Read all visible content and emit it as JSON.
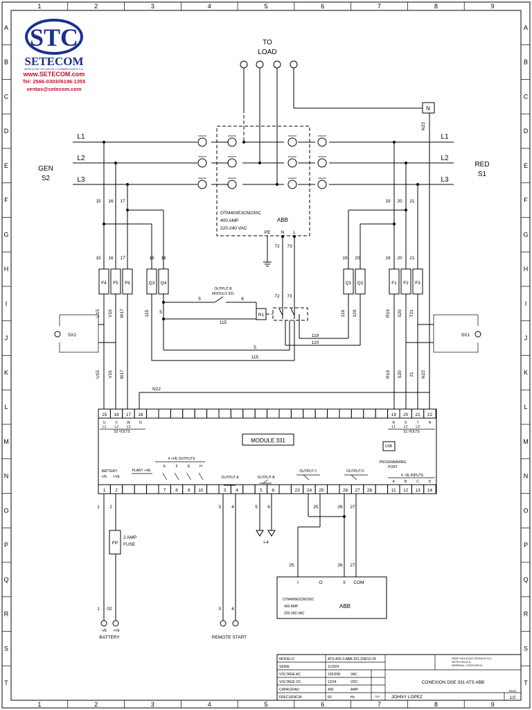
{
  "grid": {
    "cols": [
      "1",
      "2",
      "3",
      "4",
      "5",
      "6",
      "7",
      "8",
      "9"
    ],
    "rows": [
      "A",
      "B",
      "C",
      "D",
      "E",
      "F",
      "G",
      "H",
      "I",
      "J",
      "K",
      "L",
      "M",
      "N",
      "O",
      "P",
      "Q",
      "R",
      "S",
      "T"
    ]
  },
  "logo": {
    "mark": "STC",
    "company": "SETECOM",
    "tagline": "SERVICIOS TECNICOS Y COMERCIALES S.A.",
    "web": "www.SETECOM.com",
    "tel": "Tel: 2566-0303//6196-1355",
    "email": "ventas@setecom.com"
  },
  "load": {
    "line1": "TO",
    "line2": "LOAD",
    "neutral": "N",
    "n22": "N22"
  },
  "gen": {
    "line1": "GEN",
    "line2": "S2",
    "phases": [
      "L1",
      "L2",
      "L3"
    ]
  },
  "red": {
    "line1": "RED",
    "line2": "S1",
    "phases": [
      "L1",
      "L2",
      "L3"
    ]
  },
  "ats": {
    "model": "OTM400E3CM230C",
    "amp": "400 AMP",
    "volt": "220-240 VAC",
    "brand": "ABB",
    "pe": "PE",
    "n": "N",
    "l": "L",
    "w72": "72",
    "w73": "73"
  },
  "wires": {
    "g15": "15",
    "g16": "16",
    "g17": "17",
    "r19": "19",
    "r20": "20",
    "r21": "21",
    "u15": "U15",
    "v16": "V16",
    "w17": "W17",
    "r19b": "R19",
    "s20": "S20",
    "t21": "T21",
    "n22": "N22",
    "w115": "115",
    "w5": "5",
    "w6": "6",
    "w119": "119",
    "w120": "120",
    "w72": "72",
    "w73": "73"
  },
  "fuses": {
    "f4": "F4",
    "f5": "F5",
    "f6": "F6",
    "q3": "Q3",
    "q4": "Q4",
    "q1": "Q1",
    "q2": "Q2",
    "f1": "F1",
    "f2": "F2",
    "f3": "F3"
  },
  "relay": {
    "title1": "OUTPUT B",
    "title2": "MODULO 331",
    "r1": "R1"
  },
  "sensors": {
    "sx2": "SX2",
    "sx1": "SX1"
  },
  "module": {
    "title": "MODULE 331",
    "top_terminals": [
      "15",
      "16",
      "17",
      "18",
      "19",
      "20",
      "21",
      "22"
    ],
    "s2_sub": [
      "U",
      "V",
      "W",
      "N"
    ],
    "s2_sub2": [
      "L1",
      "L2",
      "L3",
      ""
    ],
    "s2_label": "S2 VOLTS",
    "s1_sub": [
      "R",
      "S",
      "T",
      "N"
    ],
    "s1_sub2": [
      "L1",
      "L2",
      "L3",
      ""
    ],
    "s1_label": "S1 VOLTS",
    "usb": "USB",
    "prog1": "PROGRAMMING",
    "prog2": "PORT",
    "bottom_terminals": [
      "1",
      "2",
      "7",
      "8",
      "9",
      "10",
      "3",
      "4",
      "5",
      "6",
      "23",
      "24",
      "25",
      "26",
      "27",
      "28",
      "11",
      "12",
      "13",
      "14"
    ],
    "battery": "BATTERY",
    "bat_minus": "-VE",
    "bat_plus": "+VE",
    "plant": "PLANT +VE",
    "outputs4": "4 +VE OUTPUTS",
    "efgh": [
      "E",
      "F",
      "G",
      "H"
    ],
    "out_a": "OUTPUT A",
    "out_b": "OUTPUT B",
    "out_c": "OUTPUT C",
    "out_d": "OUTPUT D",
    "inputs4": "4 -VE INPUTS",
    "abcd": [
      "A",
      "B",
      "C",
      "D"
    ]
  },
  "lower": {
    "fp": "FP",
    "fuse1": "2 AMP",
    "fuse2": "FUSE",
    "w1": "1",
    "w2": "2",
    "w02": "02",
    "w3": "3",
    "w4": "4",
    "w5": "5",
    "w6": "6",
    "w25": "25",
    "w26": "26",
    "w27": "27",
    "i4": "I-4",
    "battery": "BATTERY",
    "remote": "REMOTE START",
    "plus": "+VE",
    "minus": "-VE"
  },
  "ats2": {
    "i": "I",
    "o": "O",
    "ii": "II",
    "com": "COM",
    "model": "OTM400E3CM230C",
    "amp": "400 AMP",
    "volt": "220-240 VAC",
    "brand": "ABB"
  },
  "titleblock": {
    "rows": [
      {
        "k": "MODELO",
        "v": "ATS-400-3-ABB-331-208/12-24",
        "u": ""
      },
      {
        "k": "SERIE",
        "v": "112024",
        "u": ""
      },
      {
        "k": "VOLTAGE AC",
        "v": "120/208",
        "u": "VAC"
      },
      {
        "k": "VOLTAGE DC",
        "v": "12/24",
        "u": "VDC"
      },
      {
        "k": "CAPACIDAD",
        "v": "400",
        "u": "AMP"
      },
      {
        "k": "FRECUENCIA",
        "v": "60",
        "u": "Hz"
      }
    ],
    "company1": "DEEP SEA ELECTRONICS PLC",
    "company2": "SETECOM S.A.",
    "company3": "HEREDIA, COSTA RICA",
    "desc": "CONEXION DSE 331 ATS ABB",
    "tec_label": "TEC",
    "tec": "JOHNY LOPEZ",
    "page_label": "PAGE",
    "page": "1/2"
  }
}
